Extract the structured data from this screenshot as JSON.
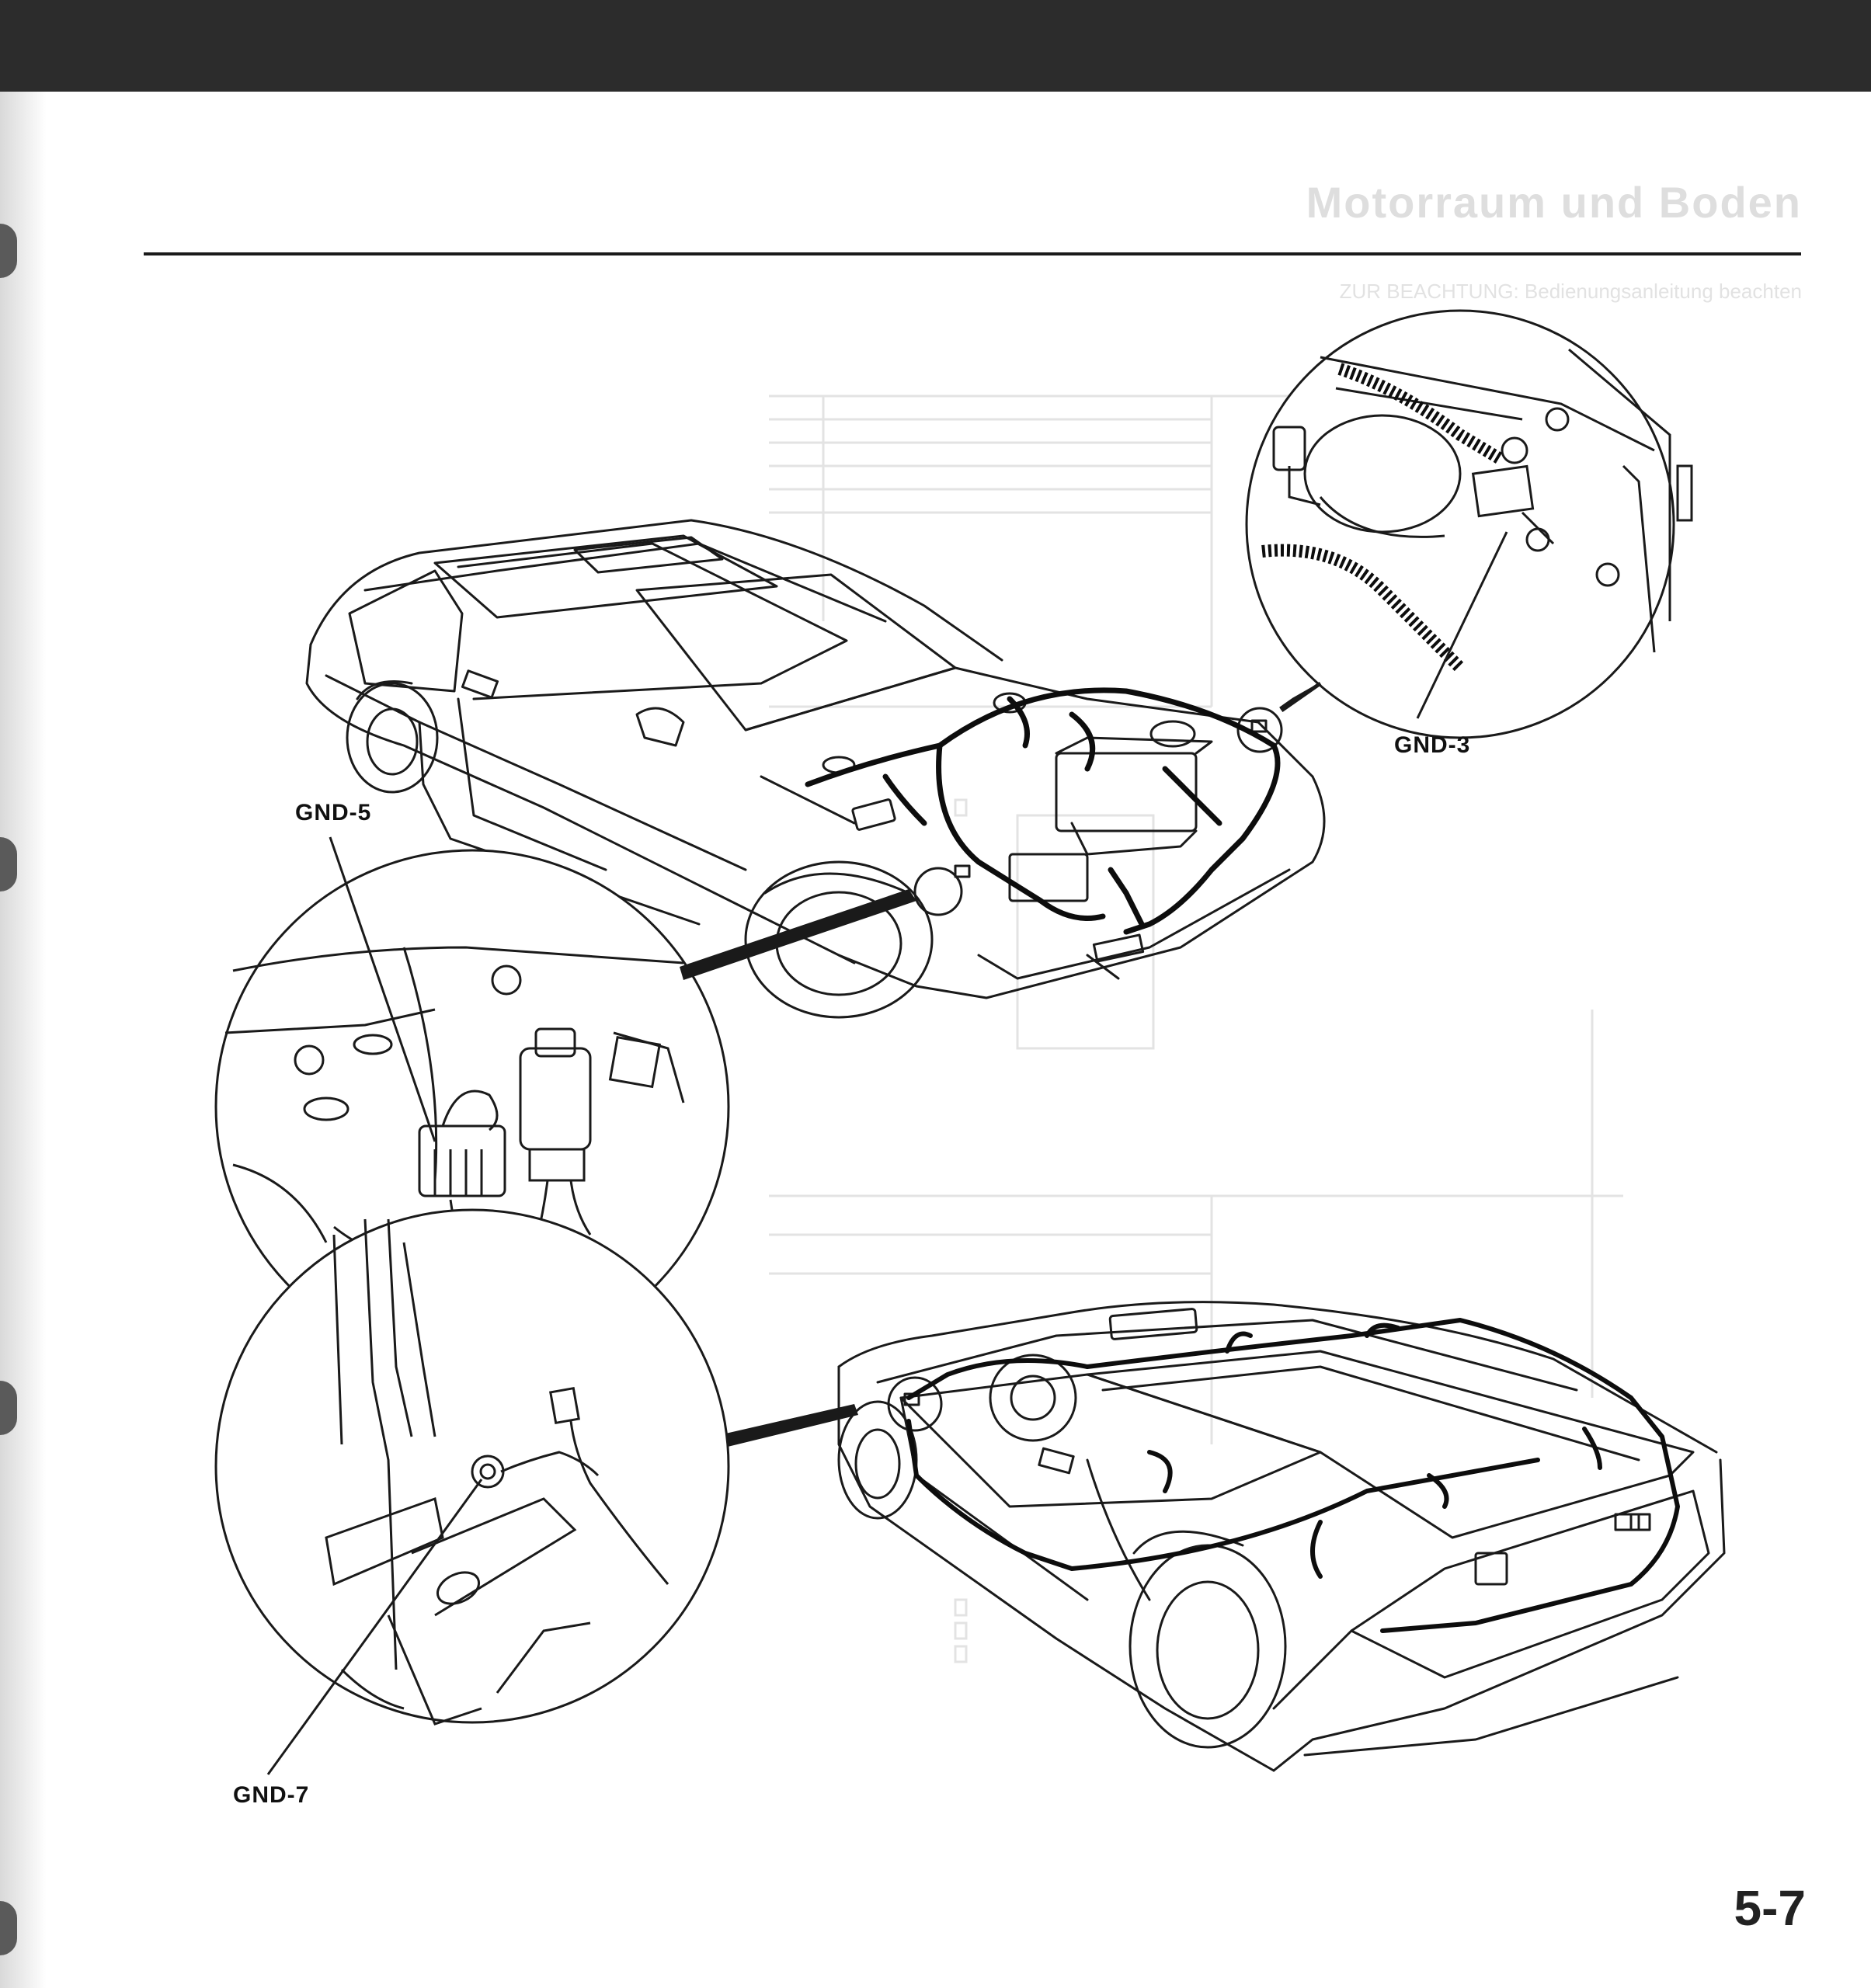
{
  "page": {
    "bleed_title": "Motorraum und Boden",
    "bleed_subtitle": "ZUR BEACHTUNG: Bedienungsanleitung beachten",
    "page_number": "5-7"
  },
  "callouts": {
    "gnd3": "GND-3",
    "gnd5": "GND-5",
    "gnd7": "GND-7"
  }
}
